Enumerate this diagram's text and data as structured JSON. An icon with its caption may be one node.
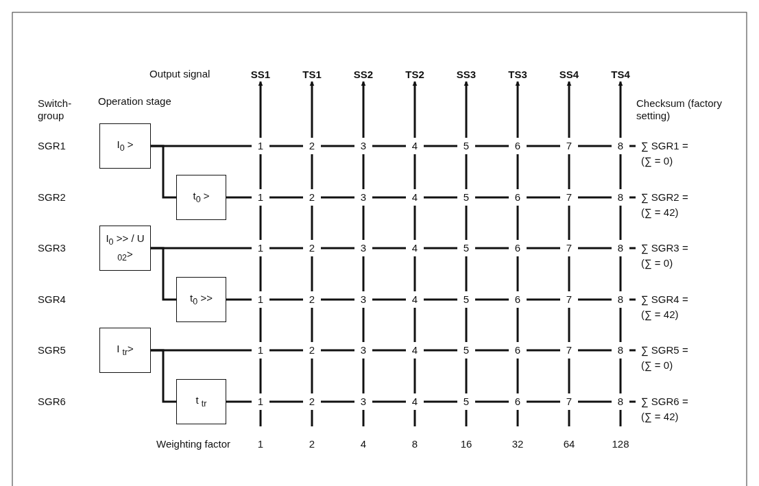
{
  "diagram": {
    "nodes": [
      {
        "text": [
          "SS1"
        ]
      },
      {
        "text": [
          "TS1"
        ]
      },
      {
        "text": [
          "SS2"
        ]
      },
      {
        "text": [
          "TS2"
        ]
      },
      {
        "text": [
          "SS3"
        ]
      },
      {
        "text": [
          "TS3"
        ]
      },
      {
        "text": [
          "SS4"
        ]
      },
      {
        "text": [
          "TS4"
        ]
      },
      {
        "text": [
          "I$_{0}$ >"
        ]
      },
      {
        "text": [
          "t$_{0}$ >"
        ]
      },
      {
        "text": [
          "I$_{0}$ >> / U $_{02}$>"
        ]
      },
      {
        "text": [
          "t$_{0}$ >>"
        ]
      },
      {
        "text": [
          "I $_{tr}$>"
        ]
      },
      {
        "text": [
          "t $_{tr}$"
        ]
      }
    ],
    "edges": [
      {
        "from": null,
        "to": 0,
        "arrow": "to"
      },
      {
        "from": null,
        "to": 1,
        "arrow": "to"
      },
      {
        "from": null,
        "to": 2,
        "arrow": "to"
      },
      {
        "from": null,
        "to": 3,
        "arrow": "to"
      },
      {
        "from": null,
        "to": 4,
        "arrow": "to"
      },
      {
        "from": null,
        "to": 5,
        "arrow": "to"
      },
      {
        "from": null,
        "to": 6,
        "arrow": "to"
      },
      {
        "from": null,
        "to": 7,
        "arrow": "to"
      },
      {
        "from": 8,
        "to": null,
        "arrow": "none"
      },
      {
        "from": 8,
        "to": 9,
        "arrow": "none"
      },
      {
        "from": 9,
        "to": null,
        "arrow": "none"
      },
      {
        "from": 10,
        "to": null,
        "arrow": "none"
      },
      {
        "from": 10,
        "to": 11,
        "arrow": "none"
      },
      {
        "from": 11,
        "to": null,
        "arrow": "none"
      },
      {
        "from": 12,
        "to": null,
        "arrow": "none"
      },
      {
        "from": 12,
        "to": 13,
        "arrow": "none"
      },
      {
        "from": 13,
        "to": null,
        "arrow": "none"
      }
    ],
    "labels": [
      "Output signal",
      "Switch- group",
      "Operation stage",
      "Checksum (factory setting)",
      "SGR1",
      "1",
      "2",
      "3",
      "4",
      "5",
      "6",
      "7",
      "8",
      "∑ SGR1 =",
      "(∑ = 0)",
      "SGR2",
      "1",
      "2",
      "3",
      "4",
      "5",
      "6",
      "7",
      "8",
      "∑ SGR2 =",
      "(∑ = 42)",
      "SGR3",
      "1",
      "2",
      "3",
      "4",
      "5",
      "6",
      "7",
      "8",
      "∑ SGR3 =",
      "(∑ = 0)",
      "SGR4",
      "1",
      "2",
      "3",
      "4",
      "5",
      "6",
      "7",
      "8",
      "∑ SGR4 =",
      "(∑ = 42)",
      "SGR5",
      "1",
      "2",
      "3",
      "4",
      "5",
      "6",
      "7",
      "8",
      "∑ SGR5 =",
      "(∑ = 0)",
      "SGR6",
      "1",
      "2",
      "3",
      "4",
      "5",
      "6",
      "7",
      "8",
      "∑ SGR6 =",
      "(∑ = 42)",
      "Weighting factor",
      "1",
      "2",
      "4",
      "8",
      "16",
      "32",
      "64",
      "128"
    ]
  }
}
